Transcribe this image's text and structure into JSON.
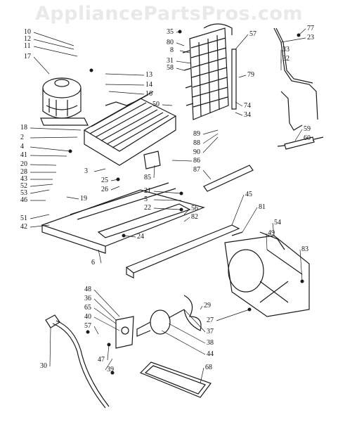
{
  "watermark": "AppliancePartsPros.com",
  "callouts": [
    "35",
    "10",
    "12",
    "11",
    "17",
    "80",
    "8",
    "31",
    "57",
    "77",
    "23",
    "33",
    "32",
    "58",
    "13",
    "14",
    "16",
    "79",
    "50",
    "74",
    "34",
    "18",
    "2",
    "4",
    "41",
    "20",
    "28",
    "43",
    "52",
    "53",
    "46",
    "51",
    "42",
    "3",
    "25",
    "26",
    "19",
    "85",
    "89",
    "88",
    "90",
    "86",
    "87",
    "59",
    "60",
    "21",
    "5",
    "22",
    "56",
    "82",
    "24",
    "6",
    "45",
    "81",
    "54",
    "49",
    "83",
    "48",
    "36",
    "65",
    "40",
    "57",
    "47",
    "39",
    "30",
    "29",
    "27",
    "37",
    "38",
    "44",
    "68"
  ]
}
